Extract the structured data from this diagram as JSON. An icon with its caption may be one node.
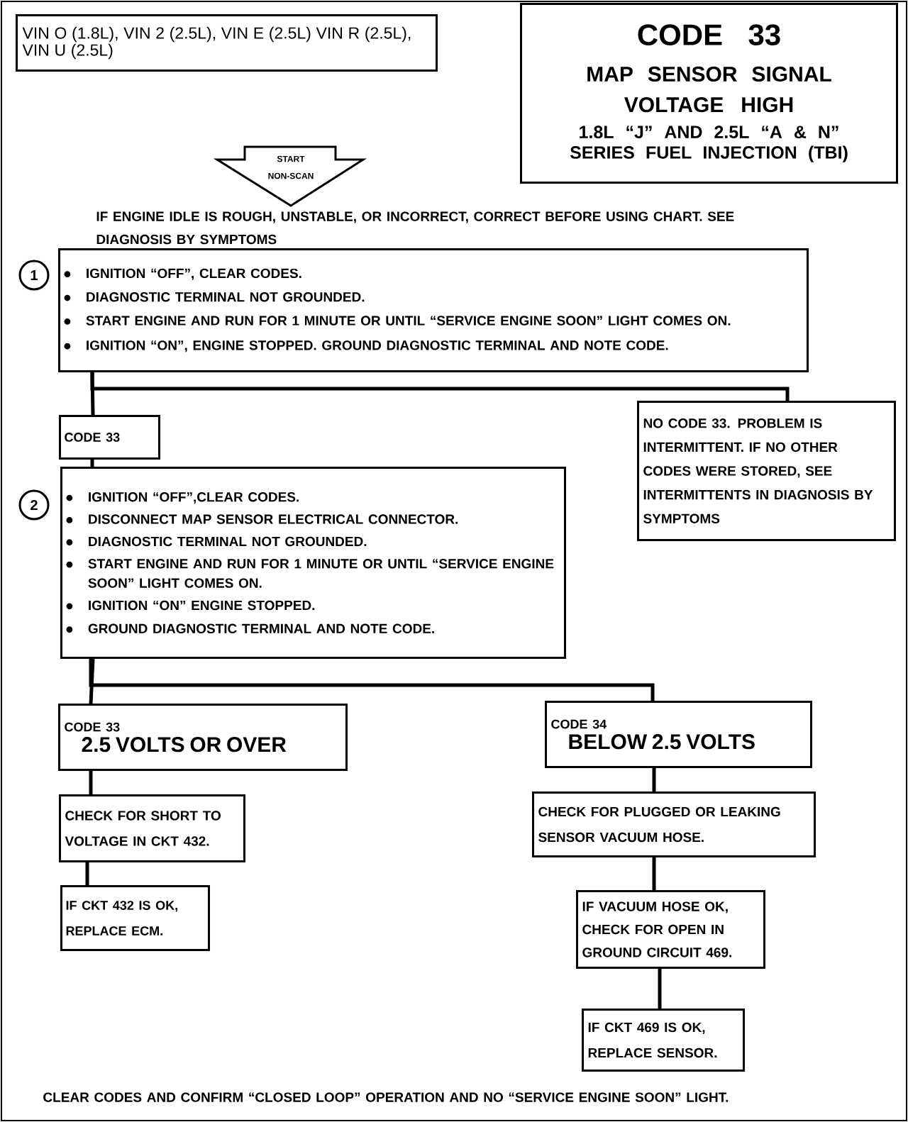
{
  "diagram": {
    "nodes": [
      {
        "text": [
          "VIN O (1.8L), VIN 2 (2.5L), VIN E (2.5L) VIN R (2.5L), VIN U (2.5L)"
        ]
      },
      {
        "text": [
          "CODE 33",
          "MAP SENSOR SIGNAL VOLTAGE HIGH",
          "1.8L “J” AND 2.5L “A & N” SERIES FUEL INJECTION (TBI)"
        ]
      },
      {
        "text": [
          "START NON-SCAN"
        ]
      },
      {
        "text": [
          "1"
        ]
      },
      {
        "text": [
          "IGNITION “OFF”, CLEAR CODES.",
          "DIAGNOSTIC TERMINAL NOT GROUNDED.",
          "START ENGINE AND RUN FOR 1 MINUTE OR UNTIL “SERVICE ENGINE SOON” LIGHT COMES ON.",
          "IGNITION “ON”, ENGINE STOPPED. GROUND DIAGNOSTIC TERMINAL AND NOTE CODE."
        ]
      },
      {
        "text": [
          "CODE 33"
        ]
      },
      {
        "text": [
          "NO CODE 33. PROBLEM IS INTERMITTENT. IF NO OTHER CODES WERE STORED, SEE INTERMITTENTS IN DIAGNOSIS BY SYMPTOMS"
        ]
      },
      {
        "text": [
          "2"
        ]
      },
      {
        "text": [
          "IGNITION “OFF”,CLEAR CODES.",
          "DISCONNECT MAP SENSOR ELECTRICAL CONNECTOR.",
          "DIAGNOSTIC TERMINAL NOT GROUNDED.",
          "START ENGINE AND RUN FOR 1 MINUTE OR UNTIL “SERVICE ENGINE SOON” LIGHT COMES ON.",
          "IGNITION “ON” ENGINE STOPPED.",
          "GROUND DIAGNOSTIC TERMINAL AND NOTE CODE."
        ]
      },
      {
        "text": [
          "CODE 33",
          "2.5 VOLTS OR OVER"
        ]
      },
      {
        "text": [
          "CODE 34",
          "BELOW 2.5 VOLTS"
        ]
      },
      {
        "text": [
          "CHECK FOR SHORT TO VOLTAGE IN CKT 432."
        ]
      },
      {
        "text": [
          "IF CKT 432 IS OK, REPLACE ECM."
        ]
      },
      {
        "text": [
          "CHECK FOR PLUGGED OR LEAKING SENSOR VACUUM HOSE."
        ]
      },
      {
        "text": [
          "IF VACUUM HOSE OK, CHECK FOR OPEN IN GROUND CIRCUIT 469."
        ]
      },
      {
        "text": [
          "IF CKT 469 IS OK, REPLACE SENSOR."
        ]
      }
    ],
    "edges": [
      {
        "from": 4,
        "to": 5,
        "arrow": "none"
      },
      {
        "from": 4,
        "to": 6,
        "arrow": "none"
      },
      {
        "from": 5,
        "to": 8,
        "arrow": "none"
      },
      {
        "from": 8,
        "to": 9,
        "arrow": "none"
      },
      {
        "from": 8,
        "to": 10,
        "arrow": "none"
      },
      {
        "from": 9,
        "to": 11,
        "arrow": "none"
      },
      {
        "from": 11,
        "to": 12,
        "arrow": "none"
      },
      {
        "from": 10,
        "to": 13,
        "arrow": "none"
      },
      {
        "from": 13,
        "to": 14,
        "arrow": "none"
      },
      {
        "from": 14,
        "to": 15,
        "arrow": "none"
      }
    ],
    "labels": [
      "IF ENGINE IDLE IS ROUGH, UNSTABLE, OR INCORRECT, CORRECT BEFORE USING CHART. SEE DIAGNOSIS BY SYMPTOMS",
      "CLEAR CODES AND CONFIRM “CLOSED LOOP” OPERATION AND NO “SERVICE ENGINE SOON” LIGHT."
    ]
  }
}
